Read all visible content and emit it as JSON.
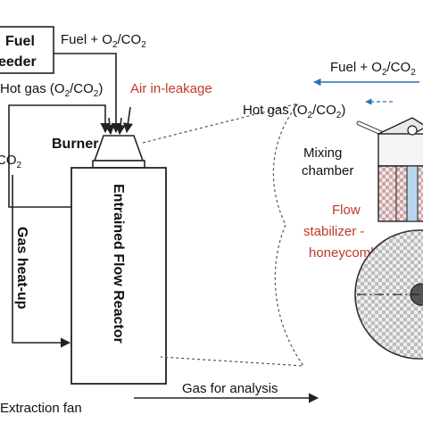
{
  "labels": {
    "fuel_feeder_line1": "Fuel",
    "fuel_feeder_line2": "eeder",
    "fuel_o2_co2_top_prefix": "Fuel + O",
    "fuel_o2_co2_top_mid": "/CO",
    "hot_gas_left_prefix": "Hot gas (O",
    "hot_gas_left_mid": "/CO",
    "hot_gas_left_suffix": ")",
    "air_in_leakage": "Air in-leakage",
    "burner": "Burner",
    "co2_left": "CO",
    "gas_heat_up": "Gas heat-up",
    "reactor": "Entrained Flow Reactor",
    "extraction_fan": "Extraction fan",
    "gas_for_analysis": "Gas for analysis",
    "fuel_o2_co2_right_prefix": "Fuel + O",
    "fuel_o2_co2_right_mid": "/CO",
    "hot_gas_right_prefix": "Hot gas (O",
    "hot_gas_right_mid": "/CO",
    "hot_gas_right_suffix": ")",
    "mixing_line1": "Mixing",
    "mixing_line2": "chamber",
    "flow_line1": "Flow",
    "flow_line2": "stabilizer -",
    "flow_line3": "honeycomb",
    "subscript_2": "2"
  },
  "colors": {
    "accent_red": "#c0392b",
    "line": "#222222",
    "arrow_blue": "#2f6fb5",
    "honeycomb": "#d9d9d9"
  }
}
